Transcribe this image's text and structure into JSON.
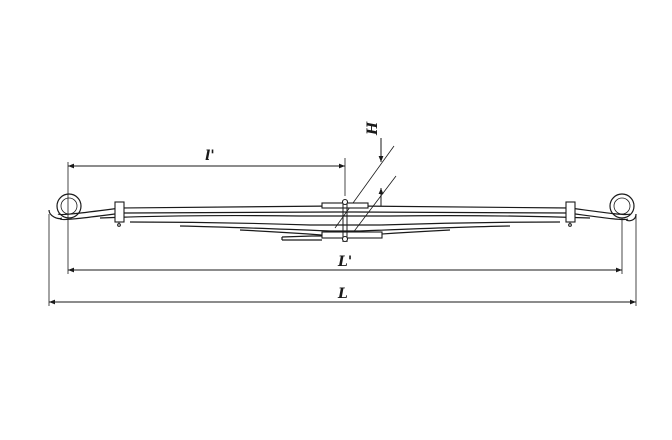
{
  "labels": {
    "l_prime": "l'",
    "L_prime": "L'",
    "L": "L",
    "H": "H"
  }
}
